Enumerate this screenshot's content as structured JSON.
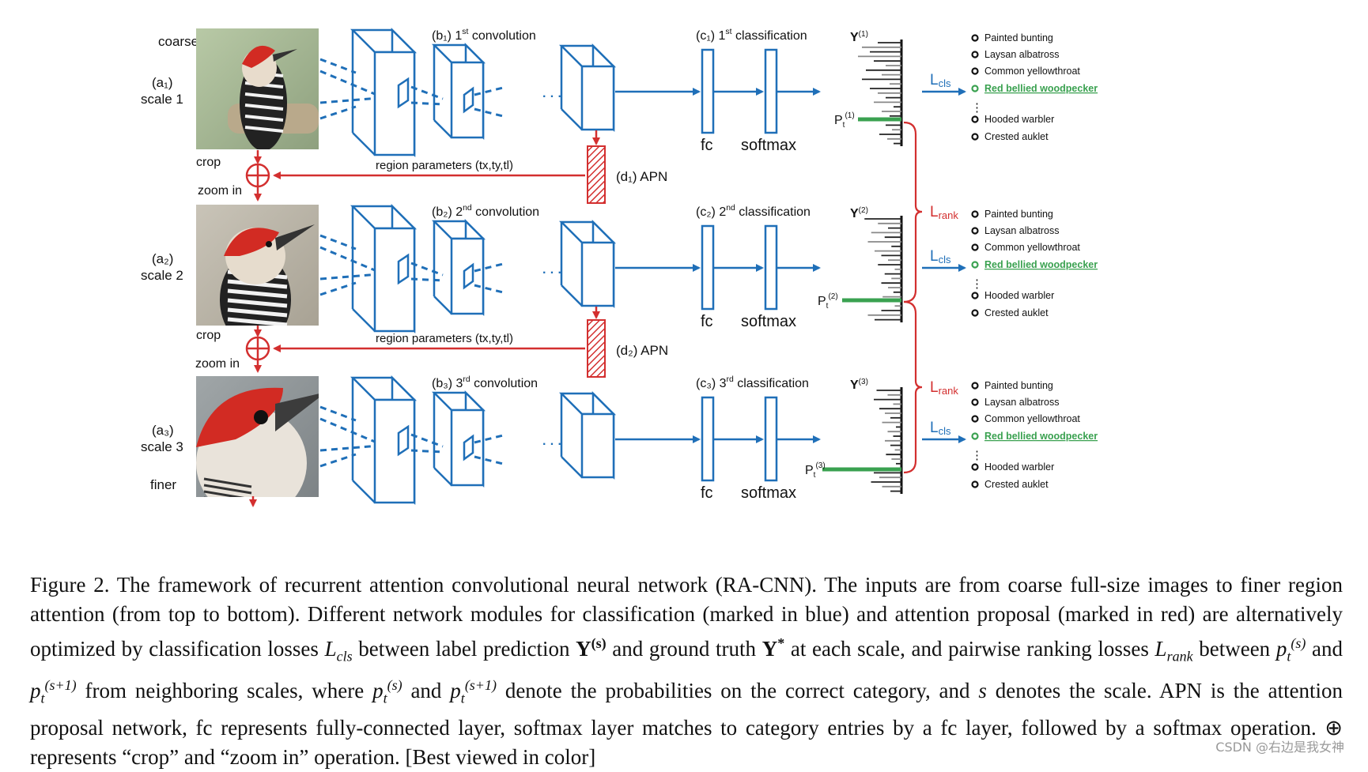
{
  "rows": [
    {
      "id": "1",
      "top_label": "coarse",
      "a_label": "(a₁)",
      "scale_label": "scale 1",
      "conv_label_prefix": "(b₁) 1",
      "conv_sup": "st",
      "conv_label_suffix": " convolution",
      "cls_label_prefix": "(c₁) 1",
      "cls_sup": "st",
      "cls_label_suffix": " classification",
      "y_label": "Y",
      "y_sup": "(1)",
      "p_label": "P",
      "p_sub": "t",
      "p_sup": "(1)",
      "fc": "fc",
      "softmax": "softmax",
      "lcls": "L",
      "lcls_sub": "cls"
    },
    {
      "id": "2",
      "top_label": "",
      "a_label": "(a₂)",
      "scale_label": "scale 2",
      "conv_label_prefix": "(b₂) 2",
      "conv_sup": "nd",
      "conv_label_suffix": " convolution",
      "cls_label_prefix": "(c₂) 2",
      "cls_sup": "nd",
      "cls_label_suffix": " classification",
      "y_label": "Y",
      "y_sup": "(2)",
      "p_label": "P",
      "p_sub": "t",
      "p_sup": "(2)",
      "fc": "fc",
      "softmax": "softmax",
      "lcls": "L",
      "lcls_sub": "cls"
    },
    {
      "id": "3",
      "top_label": "",
      "bottom_label": "finer",
      "a_label": "(a₃)",
      "scale_label": "scale 3",
      "conv_label_prefix": "(b₃) 3",
      "conv_sup": "rd",
      "conv_label_suffix": " convolution",
      "cls_label_prefix": "(c₃) 3",
      "cls_sup": "rd",
      "cls_label_suffix": " classification",
      "y_label": "Y",
      "y_sup": "(3)",
      "p_label": "P",
      "p_sub": "t",
      "p_sup": "(3)",
      "fc": "fc",
      "softmax": "softmax",
      "lcls": "L",
      "lcls_sub": "cls"
    }
  ],
  "apn": [
    {
      "label": "(d₁) APN",
      "crop": "crop",
      "zoom": "zoom in",
      "region": "region parameters (t",
      "region_tail": "x,ty,tl)"
    },
    {
      "label": "(d₂) APN",
      "crop": "crop",
      "zoom": "zoom in",
      "region": "region parameters (t",
      "region_tail": "x,ty,tl)"
    }
  ],
  "region_label": "region parameters (tx,ty,tl)",
  "lrank": {
    "main": "L",
    "sub": "rank"
  },
  "classes": [
    "Painted bunting",
    "Laysan albatross",
    "Common yellowthroat",
    "Red bellied woodpecker",
    "Hooded warbler",
    "Crested auklet"
  ],
  "correct_class": "Red bellied woodpecker",
  "ellipsis": "⋮",
  "dots": "· · ·",
  "colors": {
    "blue": "#1f6fb8",
    "red": "#d32f2f",
    "green": "#3aa150"
  },
  "caption": {
    "p1": "Figure 2. The framework of recurrent attention convolutional neural network (RA-CNN). The inputs are from coarse full-size images to finer region attention (from top to bottom). Different network modules for classification (marked in blue) and attention proposal (marked in red) are alternatively optimized by classification losses",
    "lcls": "L",
    "lcls_sub": "cls",
    "p2": "between label prediction",
    "Ys": "Y",
    "Ys_sup": "(s)",
    "p3": "and ground truth",
    "Ystar": "Y",
    "Ystar_sup": "*",
    "p4": "at each scale, and pairwise ranking losses",
    "lrank": "L",
    "lrank_sub": "rank",
    "p5": "between",
    "pt": "p",
    "pt_sub": "t",
    "s_sup": "(s)",
    "s1_sup": "(s+1)",
    "and": "and",
    "p6": "from neighboring scales, where",
    "p7": "denote the probabilities on the correct category, and",
    "s": "s",
    "p8": "denotes the scale. APN is the attention proposal network, fc represents fully-connected layer, softmax layer matches to category entries by a fc layer, followed by a softmax operation.",
    "oplus": "⊕",
    "p9": "represents “crop” and “zoom in” operation. [Best viewed in color]"
  },
  "watermark": "CSDN @右边是我女神"
}
